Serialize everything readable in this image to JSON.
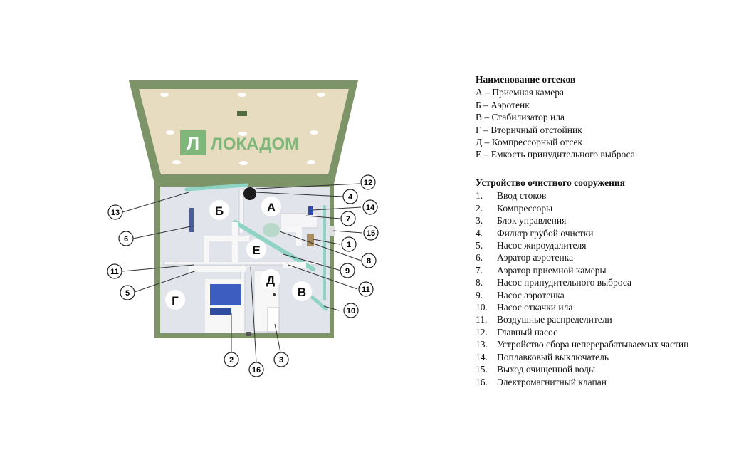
{
  "logo": {
    "text": "ЛОКАДОМ",
    "mark": "Л"
  },
  "compartments": {
    "heading": "Наименование отсеков",
    "items": [
      "А – Приемная камера",
      "Б – Аэротенк",
      "В – Стабилизатор ила",
      "Г – Вторичный отстойник",
      "Д – Компрессорный отсек",
      "Е – Ёмкость принудительного выброса"
    ]
  },
  "devices": {
    "heading": "Устройство очистного сооружения",
    "items": [
      {
        "num": "1.",
        "label": "Ввод стоков"
      },
      {
        "num": "2.",
        "label": "Компрессоры"
      },
      {
        "num": "3.",
        "label": "Блок управления"
      },
      {
        "num": "4.",
        "label": "Фильтр грубой очистки"
      },
      {
        "num": "5.",
        "label": "Насос жироудалителя"
      },
      {
        "num": "6.",
        "label": "Аэратор аэротенка"
      },
      {
        "num": "7.",
        "label": "Аэратор приемной камеры"
      },
      {
        "num": "8.",
        "label": "Насос припудительного выброса"
      },
      {
        "num": "9.",
        "label": "Насос аэротенка"
      },
      {
        "num": "10.",
        "label": "Насос откачки ила"
      },
      {
        "num": "11.",
        "label": "Воздушные распределители"
      },
      {
        "num": "12.",
        "label": "Главный насос"
      },
      {
        "num": "13.",
        "label": "Устройство сбора неперерабатываемых частиц"
      },
      {
        "num": "14.",
        "label": "Поплавковый выключатель"
      },
      {
        "num": "15.",
        "label": "Выход очищенной воды"
      },
      {
        "num": "16.",
        "label": "Электромагнитный клапан"
      }
    ]
  },
  "callouts": [
    "1",
    "2",
    "3",
    "4",
    "5",
    "6",
    "7",
    "8",
    "9",
    "10",
    "11",
    "11",
    "12",
    "13",
    "14",
    "15",
    "16"
  ],
  "zone_letters": [
    "А",
    "Б",
    "В",
    "Г",
    "Д",
    "Е"
  ],
  "colors": {
    "housing": "#7c9468",
    "lid": "#e7dcbf",
    "interior": "#e2e4ec",
    "pipe": "#8fd3c4",
    "logo": "#7fb77a",
    "blue_unit": "#3d5ec0"
  }
}
